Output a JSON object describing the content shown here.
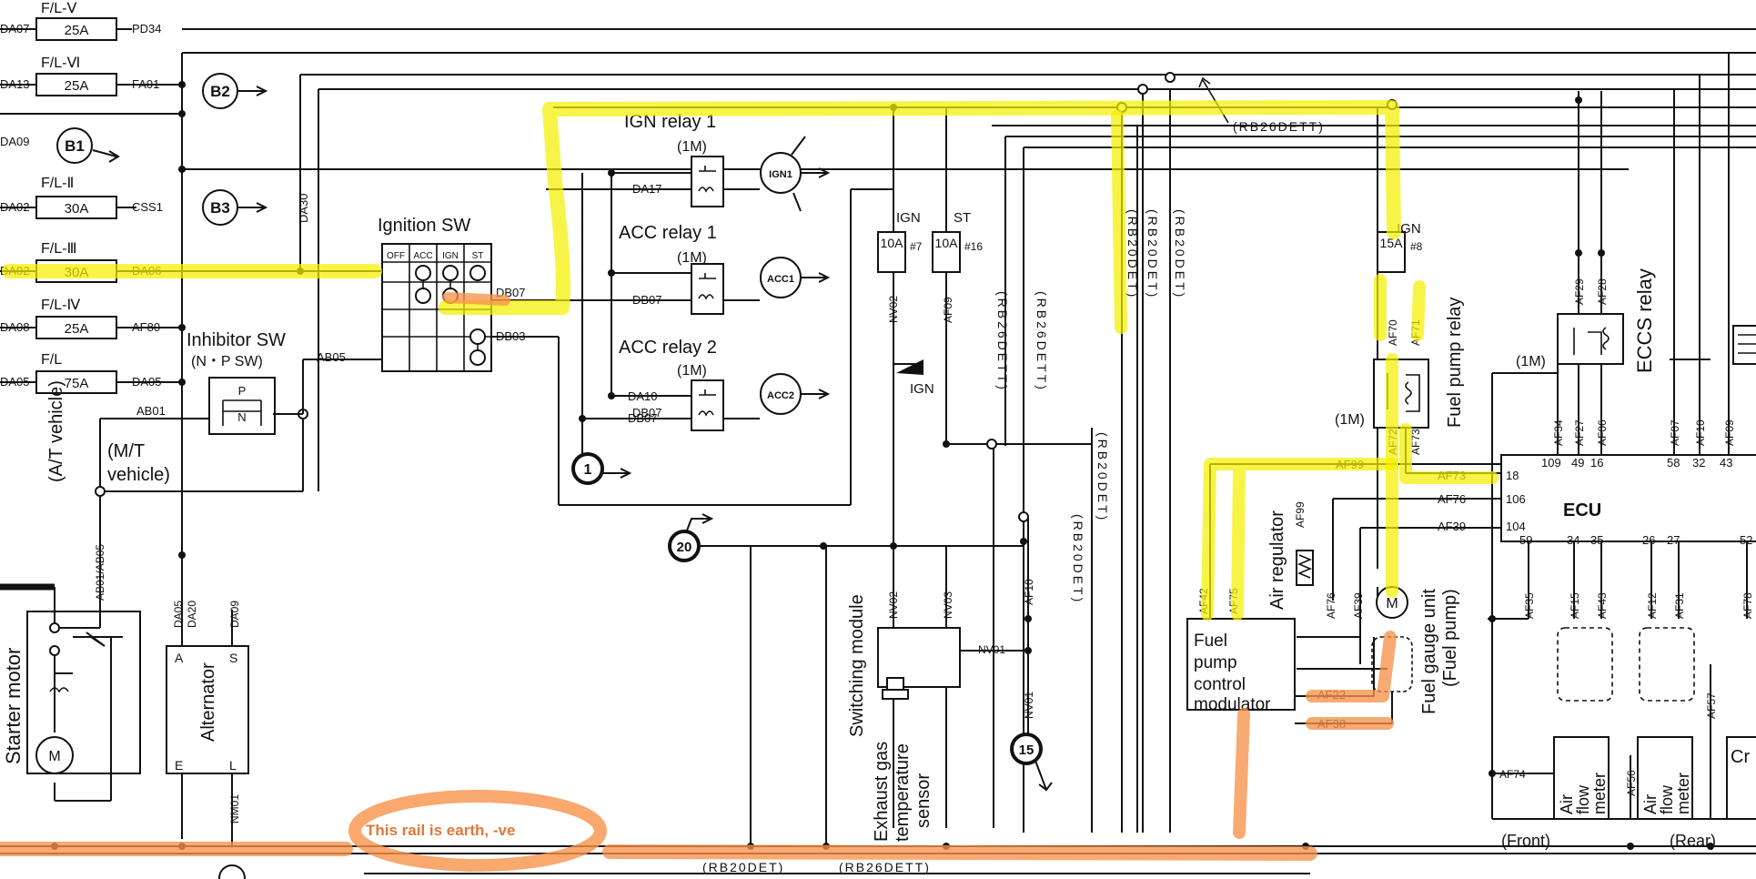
{
  "colors": {
    "ink": "#111111",
    "highlight_yellow": "#f5f000",
    "highlight_orange": "#f7924a",
    "note_text": "#e0783a",
    "paper": "#ffffff"
  },
  "fuses": [
    {
      "title": "F/L-Ⅴ",
      "rating": "25A",
      "in": "DA07",
      "out": "PD34"
    },
    {
      "title": "F/L-Ⅵ",
      "rating": "25A",
      "in": "DA13",
      "out": "FA01"
    },
    {
      "title": "F/L-Ⅱ",
      "rating": "30A",
      "in": "DA02",
      "out": "CSS1"
    },
    {
      "title": "F/L-Ⅲ",
      "rating": "30A",
      "in": "DA02",
      "out": "DA06"
    },
    {
      "title": "F/L-Ⅳ",
      "rating": "25A",
      "in": "DA08",
      "out": "AF80"
    },
    {
      "title": "F/L",
      "rating": "75A",
      "in": "DA05",
      "out": "DA05"
    }
  ],
  "markers": {
    "b2": "B2",
    "b1": "B1",
    "b3": "B3",
    "n1": "1",
    "n20": "20",
    "n15": "15",
    "da09": "DA09"
  },
  "ignition_switch": {
    "title": "Ignition SW",
    "positions": [
      "OFF",
      "ACC",
      "IGN",
      "ST"
    ]
  },
  "inhibitor_switch": {
    "title": "Inhibitor SW",
    "subtitle": "(N・P SW)",
    "p": "P",
    "n": "N",
    "wire": "AB05"
  },
  "relays": [
    {
      "title": "IGN relay 1",
      "spec": "(1M)",
      "in_wire": "DA17",
      "coil_wire": "DB07",
      "output": "IGN1"
    },
    {
      "title": "ACC relay 1",
      "spec": "(1M)",
      "in_wire": "",
      "coil_wire": "DB07",
      "output": "ACC1"
    },
    {
      "title": "ACC relay 2",
      "spec": "(1M)",
      "in_wire": "DA10",
      "coil_wire": "DB07",
      "output": "ACC2"
    }
  ],
  "wires": {
    "da30": "DA30",
    "db07": "DB07",
    "db03": "DB03",
    "ab01": "AB01",
    "ab01_ab05": "AB01/AB05",
    "da05": "DA05",
    "da20": "DA20",
    "da09b": "DA09",
    "nm01": "NM01",
    "nv02": "NV02",
    "af09": "AF09",
    "nv02b": "NV02",
    "nv03": "NV03",
    "nv01": "NV01",
    "af10": "AF10",
    "nv01b": "NV01",
    "rb26dett_top": "(RB26DETT)",
    "af99": "AF99",
    "af73": "AF73",
    "af76": "AF76",
    "af39": "AF39",
    "af42": "AF42",
    "af75": "AF75",
    "af99b": "AF99",
    "af76b": "AF76",
    "af39b": "AF39",
    "af22": "AF22",
    "af38": "AF38",
    "af70": "AF70",
    "af71": "AF71",
    "af72": "AF72",
    "af73b": "AF73",
    "af29": "AF29",
    "af28": "AF28",
    "af34": "AF34",
    "af27": "AF27",
    "af06": "AF06",
    "af07": "AF07",
    "af10b": "AF10",
    "af09b": "AF09",
    "af35": "AF35",
    "af15": "AF15",
    "af43": "AF43",
    "af12": "AF12",
    "af31": "AF31",
    "af78": "AF78",
    "af74": "AF74",
    "af56": "AF56",
    "af57": "AF57"
  },
  "fuses_small": [
    {
      "rating": "10A",
      "num": "#7",
      "label": "IGN"
    },
    {
      "rating": "10A",
      "num": "#16",
      "label": "ST"
    },
    {
      "rating": "15A",
      "num": "#8",
      "label": "IGN"
    }
  ],
  "vertical_labels": {
    "rb26dett_a": "(RB26DETT)",
    "rb26dett_b": "(RB26DETT)",
    "rb20det_a": "(RB20DET)",
    "rb20det_b": "(RB20DET)",
    "rb20det_c": "(RB20DET)",
    "rb20det_d": "(RB20DET)",
    "rb20det_e": "(RB20DET)"
  },
  "ign_label": "IGN",
  "starter": {
    "title": "Starter motor",
    "m": "M"
  },
  "alternator": {
    "title": "Alternator",
    "a": "A",
    "s": "S",
    "e": "E",
    "l": "L"
  },
  "vehicle_labels": {
    "at": "(A/T vehicle)",
    "mt_a": "(M/T",
    "mt_b": "vehicle)"
  },
  "switching_module": {
    "title": "Switching module"
  },
  "egt_sensor": {
    "l1": "Exhaust gas",
    "l2": "temperature",
    "l3": "sensor"
  },
  "fpcm": {
    "l1": "Fuel",
    "l2": "pump",
    "l3": "control",
    "l4": "modulator"
  },
  "air_regulator": "Air regulator",
  "fuel_gauge": {
    "l1": "Fuel gauge unit",
    "l2": "(Fuel pump)"
  },
  "fuel_pump_relay": {
    "title": "Fuel pump relay",
    "spec": "(1M)"
  },
  "eccs_relay": {
    "title": "ECCS relay",
    "spec": "(1M)"
  },
  "ecu": {
    "title": "ECU",
    "pins_top": [
      "109",
      "49",
      "16",
      "58",
      "32",
      "43"
    ],
    "pins_left": [
      "18",
      "106",
      "104"
    ],
    "pins_bottom": [
      "59",
      "34",
      "35",
      "26",
      "27",
      "52"
    ]
  },
  "air_flow_meters": [
    {
      "l1": "Air",
      "l2": "flow",
      "l3": "meter",
      "pos": "(Front)"
    },
    {
      "l1": "Air",
      "l2": "flow",
      "l3": "meter",
      "pos": "(Rear)"
    }
  ],
  "crank_partial": "Cr",
  "bottom_labels": {
    "rb20det": "(RB20DET)",
    "rb26dett": "(RB26DETT)"
  },
  "note": "This rail is earth, -ve"
}
